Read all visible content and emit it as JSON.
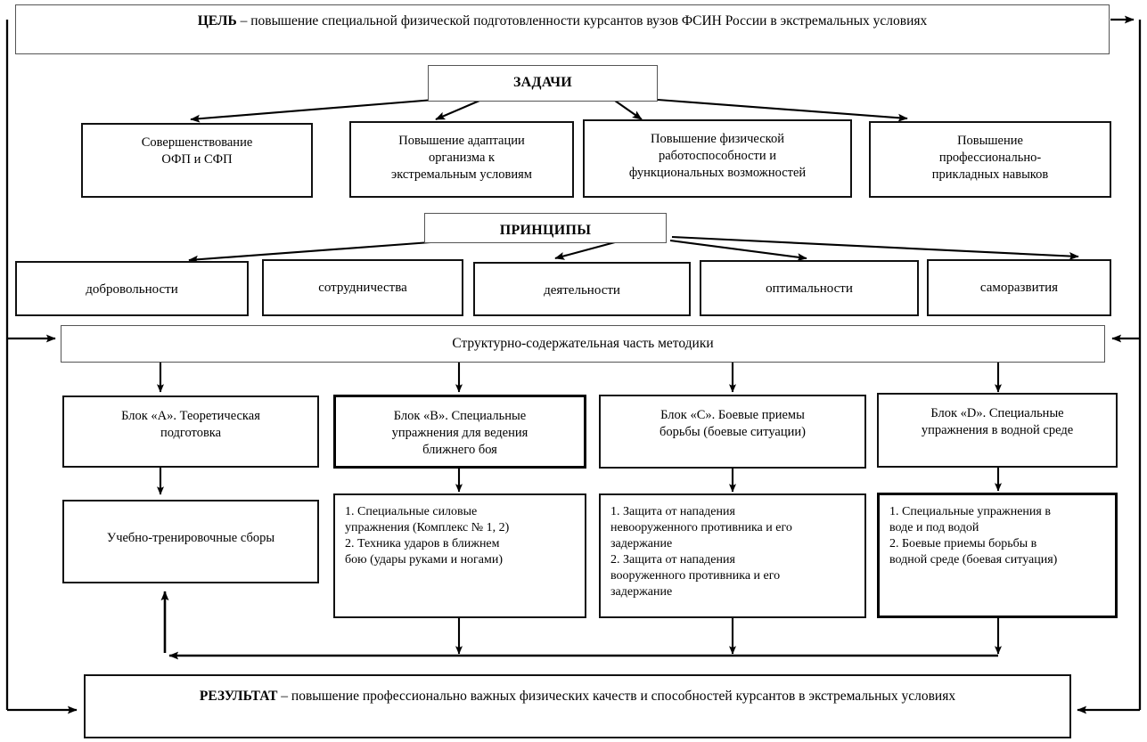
{
  "diagram": {
    "title_node": {
      "id": "goal",
      "label_bold": "ЦЕЛЬ",
      "label_rest": " – повышение специальной физической подготовленности курсантов вузов ФСИН России в экстремальных условиях"
    },
    "tasks_header": "ЗАДАЧИ",
    "tasks": [
      {
        "id": "task-1",
        "label": "Совершенствование\nОФП и СФП"
      },
      {
        "id": "task-2",
        "label": "Повышение адаптации\nорганизма к\nэкстремальным условиям"
      },
      {
        "id": "task-3",
        "label": "Повышение физической\nработоспособности и\nфункциональных возможностей"
      },
      {
        "id": "task-4",
        "label": "Повышение\nпрофессионально-\nприкладных навыков"
      }
    ],
    "principles_header": "ПРИНЦИПЫ",
    "principles": [
      {
        "id": "principle-1",
        "label": "добровольности"
      },
      {
        "id": "principle-2",
        "label": "сотрудничества"
      },
      {
        "id": "principle-3",
        "label": "деятельности"
      },
      {
        "id": "principle-4",
        "label": "оптимальности"
      },
      {
        "id": "principle-5",
        "label": "саморазвития"
      }
    ],
    "structure_band": "Структурно-содержательная часть методики",
    "blocks": [
      {
        "id": "block-a",
        "label": "Блок «А». Теоретическая\nподготовка"
      },
      {
        "id": "block-b",
        "label": "Блок «В». Специальные\nупражнения для ведения\nближнего боя"
      },
      {
        "id": "block-c",
        "label": "Блок «С». Боевые приемы\nборьбы (боевые ситуации)"
      },
      {
        "id": "block-d",
        "label": "Блок «D». Специальные\nупражнения в водной среде"
      }
    ],
    "details": [
      {
        "id": "detail-a",
        "label": "Учебно-тренировочные сборы",
        "align": "center"
      },
      {
        "id": "detail-b",
        "label": "1. Специальные силовые\nупражнения (Комплекс № 1, 2)\n2. Техника ударов в ближнем\nбою (удары руками и ногами)",
        "align": "left"
      },
      {
        "id": "detail-c",
        "label": "1. Защита от нападения\nневооруженного противника и его\nзадержание\n2. Защита от нападения\nвооруженного противника и его\nзадержание",
        "align": "left"
      },
      {
        "id": "detail-d",
        "label": "1. Специальные упражнения в\nводе и под водой\n2. Боевые приемы борьбы в\nводной среде (боевая ситуация)",
        "align": "left"
      }
    ],
    "result_node": {
      "id": "result",
      "label_bold": "РЕЗУЛЬТАТ",
      "label_rest": " – повышение профессионально важных физических качеств и способностей курсантов в экстремальных условиях"
    },
    "colors": {
      "stroke": "#000000",
      "box_border": "#3c3c3c",
      "background": "#ffffff",
      "text": "#000000"
    }
  }
}
